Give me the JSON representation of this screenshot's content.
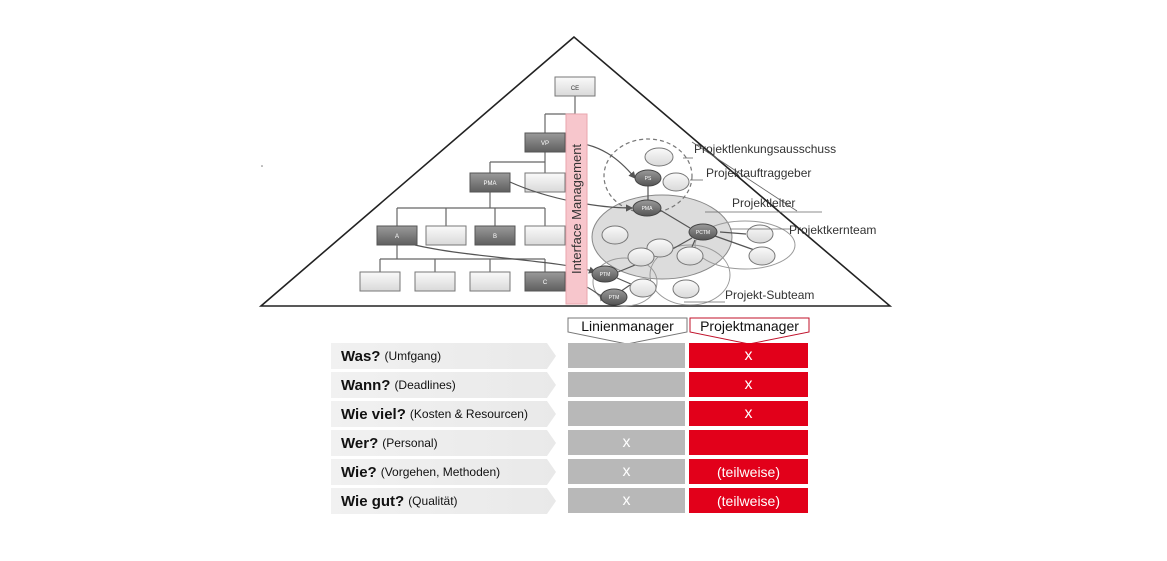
{
  "pyramid": {
    "nodes": {
      "ceo": "CE",
      "vp": "VP",
      "pma_line": "PMA",
      "a": "A",
      "b": "B",
      "c": "C",
      "ps": "PS",
      "pma_proj": "PMA",
      "pctm": "PCTM",
      "ptm1": "PTM",
      "ptm2": "PTM"
    },
    "interface_label": "Interface Management",
    "callouts": [
      "Projektlenkungsausschuss",
      "Projektauftraggeber",
      "Projektleiter",
      "Projektkernteam",
      "Projekt-Subteam"
    ]
  },
  "columns": {
    "line": "Linienmanager",
    "project": "Projektmanager"
  },
  "rows": [
    {
      "question": "Was?",
      "detail": "(Umfgang)",
      "line": "",
      "project": "x"
    },
    {
      "question": "Wann?",
      "detail": "(Deadlines)",
      "line": "",
      "project": "x"
    },
    {
      "question": "Wie viel?",
      "detail": "(Kosten & Resourcen)",
      "line": "",
      "project": "x"
    },
    {
      "question": "Wer?",
      "detail": "(Personal)",
      "line": "x",
      "project": ""
    },
    {
      "question": "Wie?",
      "detail": "(Vorgehen,  Methoden)",
      "line": "x",
      "project": "(teilweise)"
    },
    {
      "question": "Wie gut?",
      "detail": "(Qualität)",
      "line": "x",
      "project": "(teilweise)"
    }
  ],
  "colors": {
    "project_red": "#e2001a",
    "line_gray": "#b8b8b8",
    "interface_pink": "#f7c6cc"
  }
}
